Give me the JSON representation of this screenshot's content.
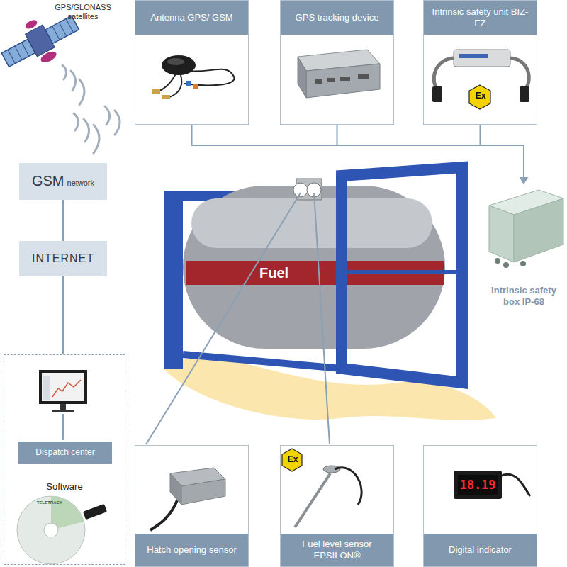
{
  "diagram": {
    "nodes": [
      {
        "text": [
          "Antenna GPS/ GSM"
        ]
      },
      {
        "text": [
          "GPS tracking device"
        ]
      },
      {
        "text": [
          "Intrinsic safety unit BIZ-EZ"
        ]
      },
      {
        "text": [
          "GSM",
          "network"
        ]
      },
      {
        "text": [
          "Intrinsic safety box IP-68"
        ]
      },
      {
        "text": [
          "INTERNET"
        ]
      },
      {
        "text": [
          "Software"
        ]
      },
      {
        "text": [
          "Dispatch center"
        ],
        "in": 6
      },
      {
        "text": [
          "Hatch opening sensor"
        ]
      },
      {
        "text": [
          "Fuel level sensor EPSILON®"
        ]
      },
      {
        "text": [
          "Digital indicator"
        ]
      }
    ],
    "edges": [
      {
        "from": 0,
        "to": 4,
        "arrow": "to"
      },
      {
        "from": 1,
        "to": 4,
        "arrow": "to"
      },
      {
        "from": 2,
        "to": 4,
        "arrow": "to"
      },
      {
        "from": 3,
        "to": 5,
        "arrow": "none"
      },
      {
        "from": 5,
        "to": 6,
        "arrow": "none"
      }
    ],
    "labels": [
      "GPS/GLONASS satellites",
      "Ex",
      "Fuel",
      "Ex",
      "18.19",
      "TELETRACK"
    ]
  }
}
